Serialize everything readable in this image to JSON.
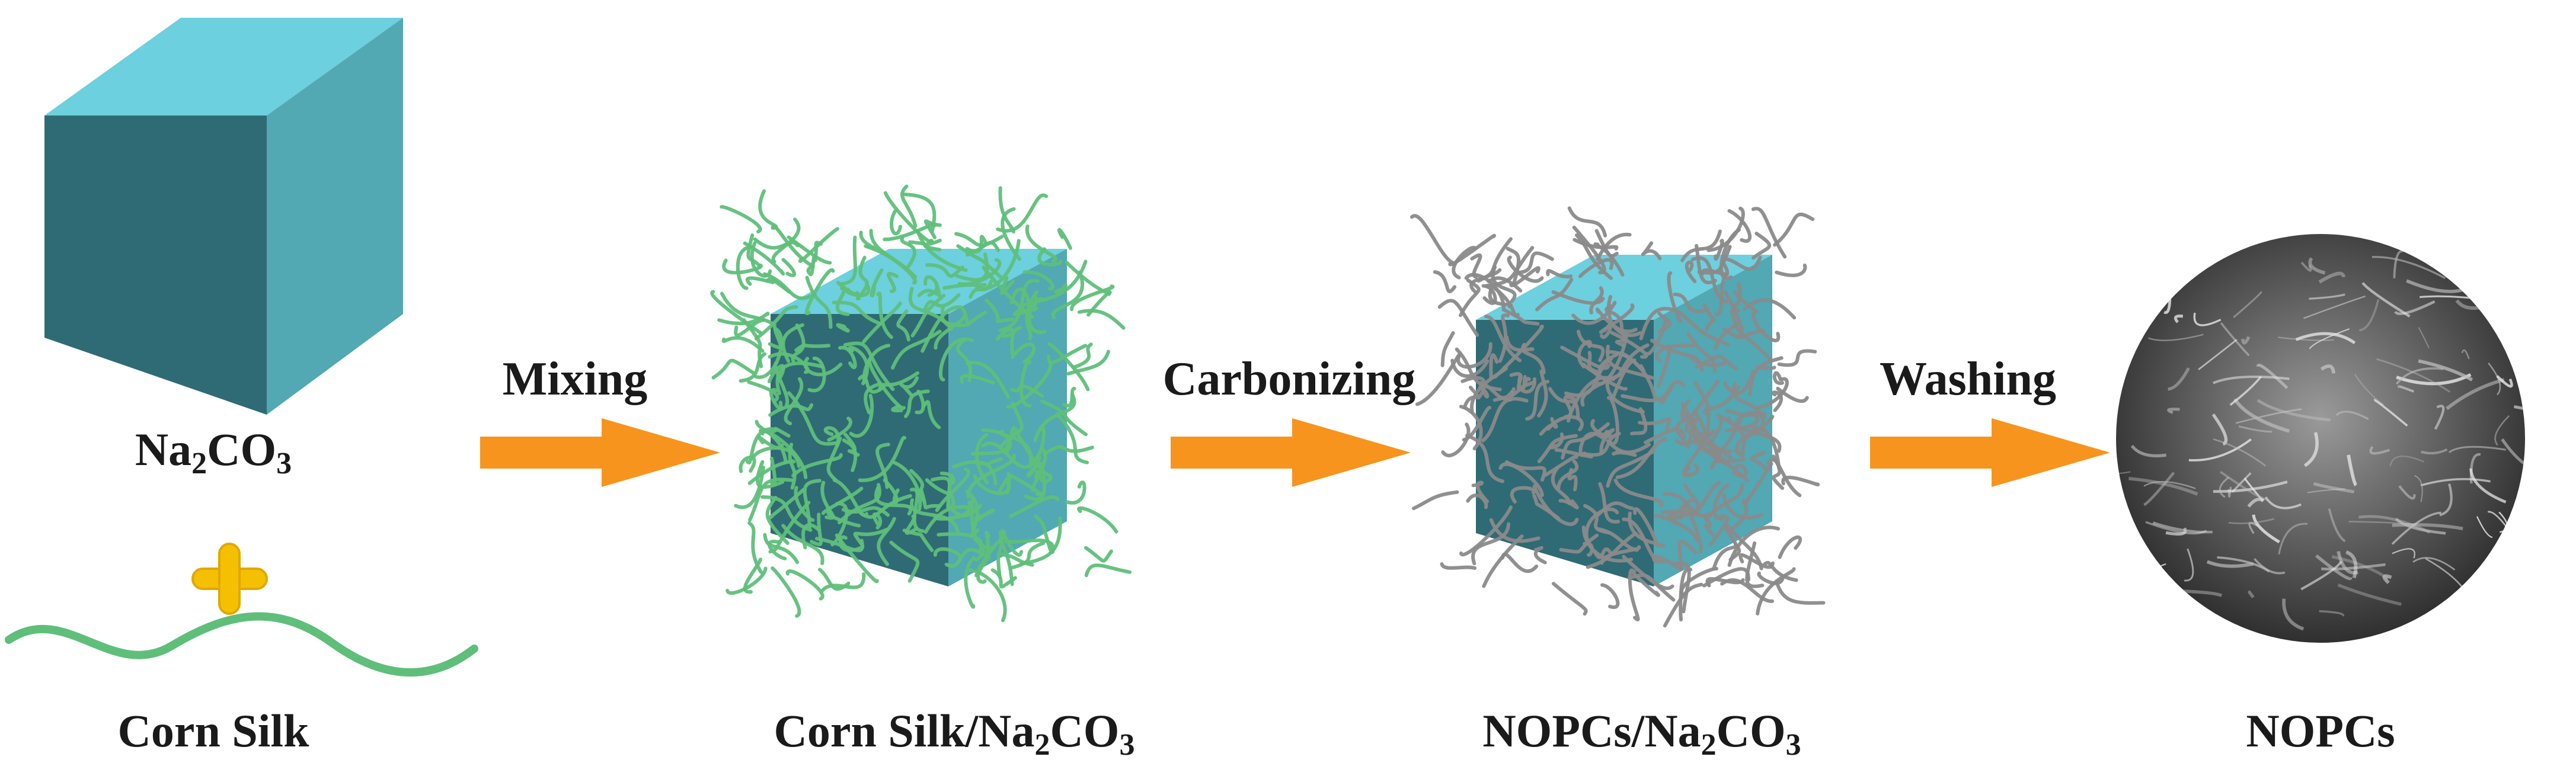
{
  "reactants": {
    "salt": {
      "main": "Na",
      "sub1": "2",
      "mid": "CO",
      "sub2": "3"
    },
    "biomass": "Corn Silk"
  },
  "steps": [
    {
      "label": "Mixing"
    },
    {
      "label": "Carbonizing"
    },
    {
      "label": "Washing"
    }
  ],
  "products": [
    {
      "prefix": "Corn Silk/Na",
      "sub1": "2",
      "mid": "CO",
      "sub2": "3"
    },
    {
      "prefix": "NOPCs/Na",
      "sub1": "2",
      "mid": "CO",
      "sub2": "3"
    },
    {
      "text": "NOPCs"
    }
  ],
  "colors": {
    "cube_top": "#6cd0de",
    "cube_left": "#2f6b74",
    "cube_right": "#52a8b3",
    "fiber_green": "#5fbf7a",
    "fiber_gray": "#8a8a8a",
    "arrow": "#f7941d",
    "plus": "#f5c000"
  }
}
